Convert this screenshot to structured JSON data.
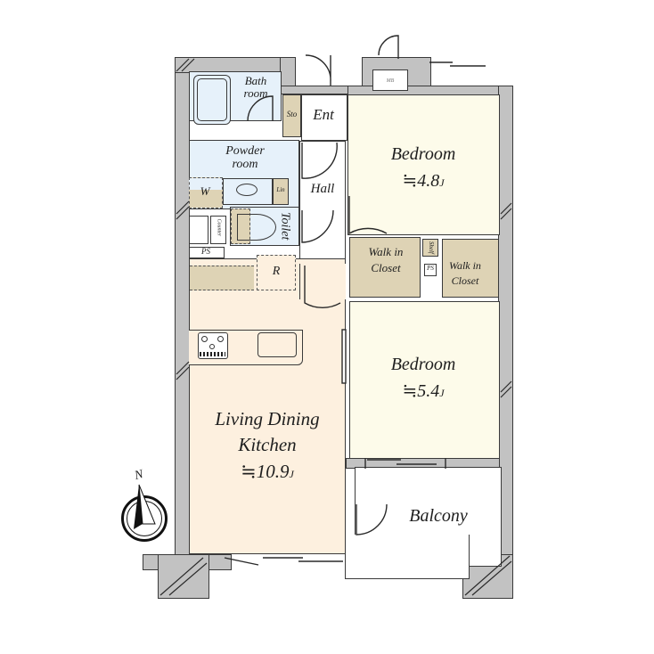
{
  "plan": {
    "colors": {
      "wall": "#c2c2c2",
      "wet_area": "#e6f1fa",
      "bedroom": "#fdfbea",
      "ldk": "#fdf0df",
      "storage": "#ded3b5",
      "hall": "#ffffff",
      "line": "#3a3a3a"
    },
    "rooms": {
      "bath": {
        "line1": "Bath",
        "line2": "room"
      },
      "storage": {
        "label": "Sto"
      },
      "entrance": {
        "label": "Ent"
      },
      "powder": {
        "line1": "Powder",
        "line2": "room"
      },
      "washer": {
        "label": "W"
      },
      "linen": {
        "label": "Lin"
      },
      "hall": {
        "label": "Hall"
      },
      "counter": {
        "label": "Counter"
      },
      "toilet": {
        "label": "Toilet"
      },
      "ps_left": {
        "label": "PS"
      },
      "refrigerator": {
        "label": "R"
      },
      "bedroom1": {
        "label": "Bedroom",
        "area": "≒4.8",
        "unit": "J"
      },
      "walkin1": {
        "line1": "Walk in",
        "line2": "Closet"
      },
      "shelf": {
        "label": "Shelf"
      },
      "ps_mid": {
        "label": "PS"
      },
      "walkin2": {
        "line1": "Walk in",
        "line2": "Closet"
      },
      "bedroom2": {
        "label": "Bedroom",
        "area": "≒5.4",
        "unit": "J"
      },
      "ldk": {
        "line1": "Living Dining",
        "line2": "Kitchen",
        "area": "≒10.9",
        "unit": "J"
      },
      "balcony": {
        "label": "Balcony"
      },
      "meter_box": {
        "label": "MB"
      }
    },
    "compass": {
      "label": "N"
    }
  }
}
